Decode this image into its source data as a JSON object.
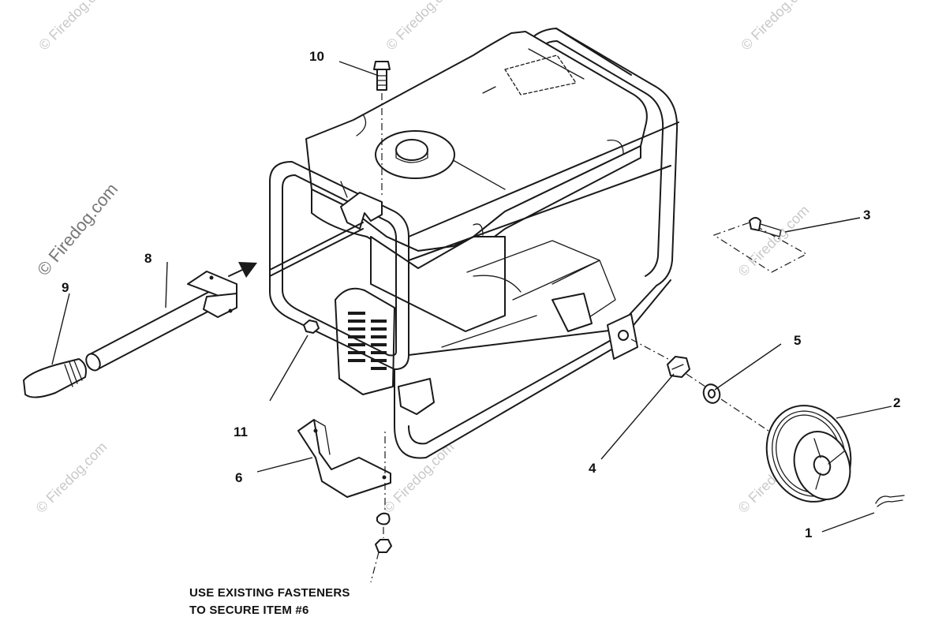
{
  "watermark": {
    "small": "© Firedog.com",
    "large": "© Firedog.com"
  },
  "callouts": {
    "c1": "1",
    "c2": "2",
    "c3": "3",
    "c4": "4",
    "c5": "5",
    "c6": "6",
    "c8": "8",
    "c9": "9",
    "c10": "10",
    "c11": "11"
  },
  "note": {
    "line1": "USE EXISTING FASTENERS",
    "line2": "TO SECURE ITEM #6"
  },
  "colors": {
    "ink": "#1a1a1a",
    "watermark": "#c9c9c9"
  }
}
